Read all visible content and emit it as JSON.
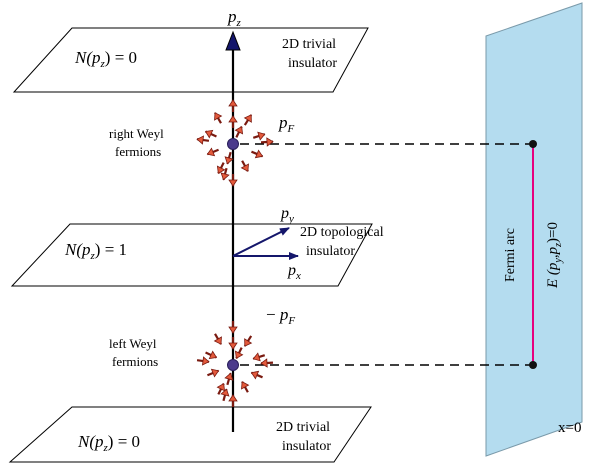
{
  "axis": {
    "pz": "p",
    "pz_sub": "z",
    "py": "p",
    "py_sub": "y",
    "px": "p",
    "px_sub": "x"
  },
  "planes": {
    "top": {
      "label_lhs": "N(p",
      "label_sub": "z",
      "label_rhs": ") = 0",
      "phase_line1": "2D trivial",
      "phase_line2": "insulator"
    },
    "middle": {
      "label_lhs": "N(p",
      "label_sub": "z",
      "label_rhs": ") = 1",
      "phase_line1": "2D topological",
      "phase_line2": "insulator"
    },
    "bottom": {
      "label_lhs": "N(p",
      "label_sub": "z",
      "label_rhs": ") = 0",
      "phase_line1": "2D trivial",
      "phase_line2": "insulator"
    }
  },
  "weyl": {
    "right_line1": "right Weyl",
    "right_line2": "fermions",
    "left_line1": "left Weyl",
    "left_line2": "fermions",
    "pF": "p",
    "pF_sub": "F",
    "minus_pF_sign": "− ",
    "minus_pF": "p",
    "minus_pF_sub": "F"
  },
  "surface": {
    "fermi_arc": "Fermi arc",
    "energy_a": "E (p",
    "energy_sub1": "y",
    "energy_b": ",p",
    "energy_sub2": "z",
    "energy_c": ")=0",
    "x_label": "x=0"
  },
  "colors": {
    "surface_fill": "#b4dcef",
    "arc": "#e6007e",
    "vector": "#14166b",
    "weyl_node": "#4b3a8c",
    "arrow_fill": "#e35a3c"
  }
}
